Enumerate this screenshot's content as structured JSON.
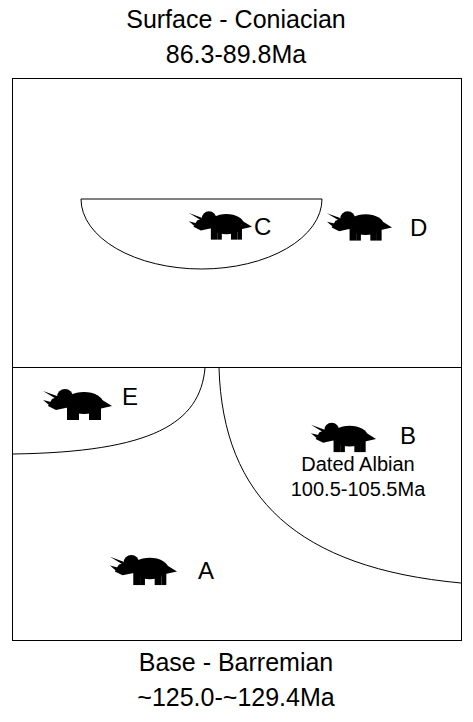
{
  "diagram": {
    "nodes": [
      {
        "text": [
          "D"
        ]
      },
      {
        "text": [
          "C"
        ],
        "in": 0
      },
      {
        "text": [
          "A"
        ]
      },
      {
        "text": [
          "E"
        ],
        "in": 2
      },
      {
        "text": [
          "B",
          "Dated Albian 100.5-105.5Ma"
        ],
        "in": 2
      }
    ],
    "labels": [
      "Surface - Coniacian 86.3-89.8Ma",
      "Base - Barremian ~125.0-~129.4Ma"
    ]
  }
}
